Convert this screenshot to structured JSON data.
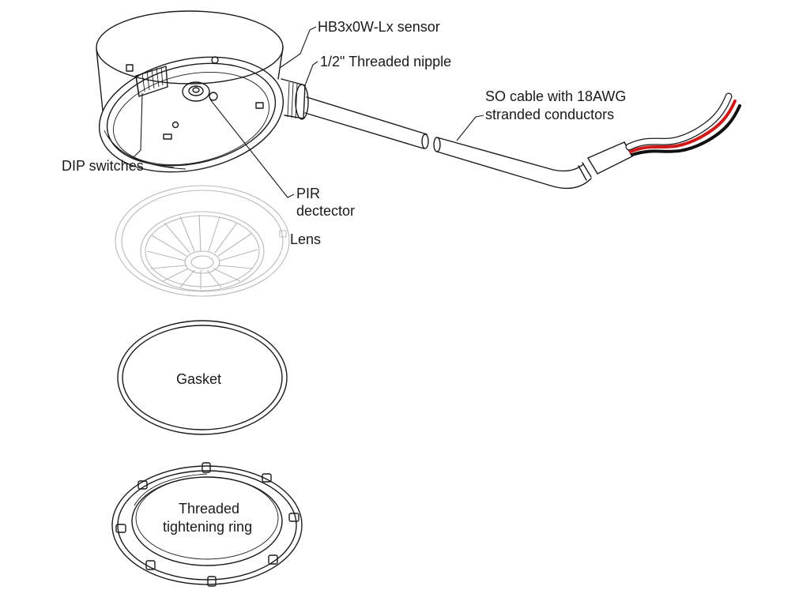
{
  "diagram": {
    "labels": {
      "sensor": "HB3x0W-Lx sensor",
      "nipple": "1/2\" Threaded nipple",
      "cable_line1": "SO cable with 18AWG",
      "cable_line2": "stranded conductors",
      "dip": "DIP switches",
      "pir_line1": "PIR",
      "pir_line2": "dectector",
      "lens": "Lens",
      "gasket": "Gasket",
      "ring_line1": "Threaded",
      "ring_line2": "tightening ring"
    },
    "colors": {
      "line": "#1a1a1a",
      "lens_line": "#b9b9b9",
      "wire_red": "#d01818",
      "wire_black": "#111111",
      "wire_white": "#ffffff"
    }
  }
}
